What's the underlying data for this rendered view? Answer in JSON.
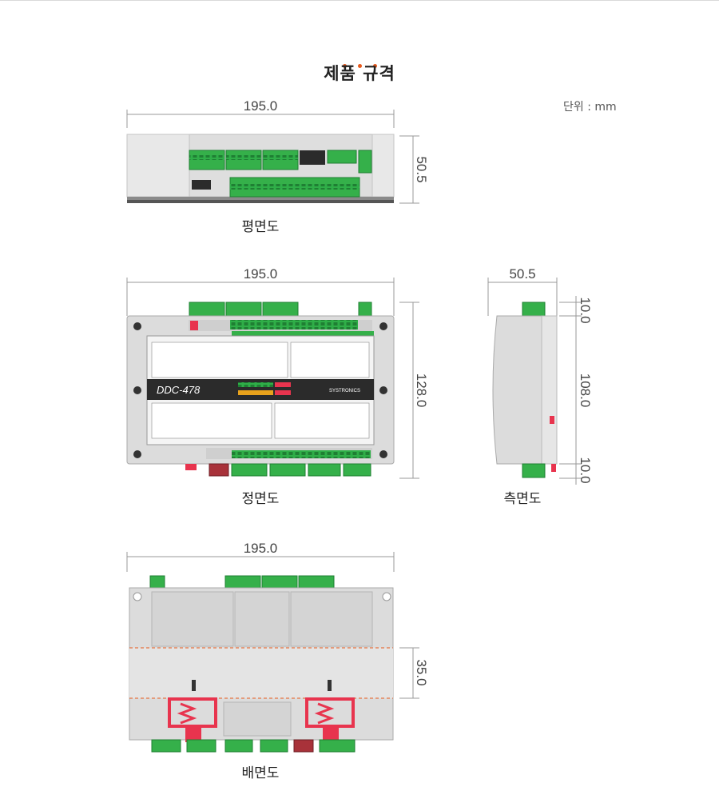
{
  "page": {
    "title": "제품 규격",
    "unit_label": "단위 : mm"
  },
  "views": {
    "top": {
      "caption": "평면도",
      "width": "195.0",
      "height": "50.5"
    },
    "front": {
      "caption": "정면도",
      "width": "195.0",
      "height": "128.0",
      "model": "DDC-478",
      "brand": "SYSTRONICS"
    },
    "side": {
      "caption": "측면도",
      "width": "50.5",
      "seg_top": "10.0",
      "seg_mid": "108.0",
      "seg_bot": "10.0"
    },
    "back": {
      "caption": "배면도",
      "width": "195.0",
      "rail": "35.0"
    }
  },
  "colors": {
    "terminal_green": "#35b04a",
    "housing_gray": "#dcdcdc",
    "panel_dark": "#2b2b2b",
    "accent_red": "#e8344e",
    "accent_orange": "#e85a1c"
  }
}
